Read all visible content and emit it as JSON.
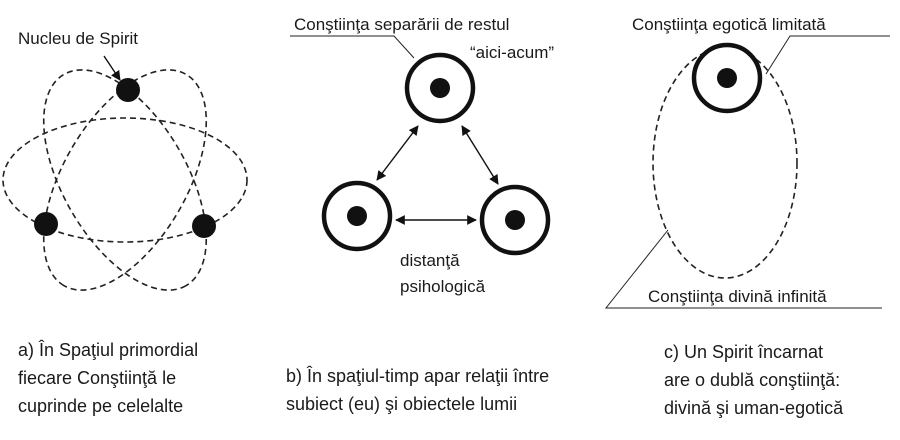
{
  "panel_a": {
    "label_nucleus": "Nucleu de Spirit",
    "caption": [
      "a) În Spaţiul primordial",
      "fiecare Conştiinţă le",
      "cuprinde pe celelalte"
    ]
  },
  "panel_b": {
    "label_top_line1": "Conştiinţa separării de restul",
    "label_top_line2": "“aici-acum”",
    "label_distance_line1": "distanţă",
    "label_distance_line2": "psihologică",
    "caption": [
      "b) În spaţiul-timp apar relaţii între",
      "subiect (eu) şi obiectele lumii"
    ]
  },
  "panel_c": {
    "label_ego": "Conştiinţa egotică limitată",
    "label_divine": "Conştiinţa divină infinită",
    "caption": [
      "c) Un Spirit încarnat",
      "are o dublă conştiinţă:",
      "divină şi uman-egotică"
    ]
  }
}
